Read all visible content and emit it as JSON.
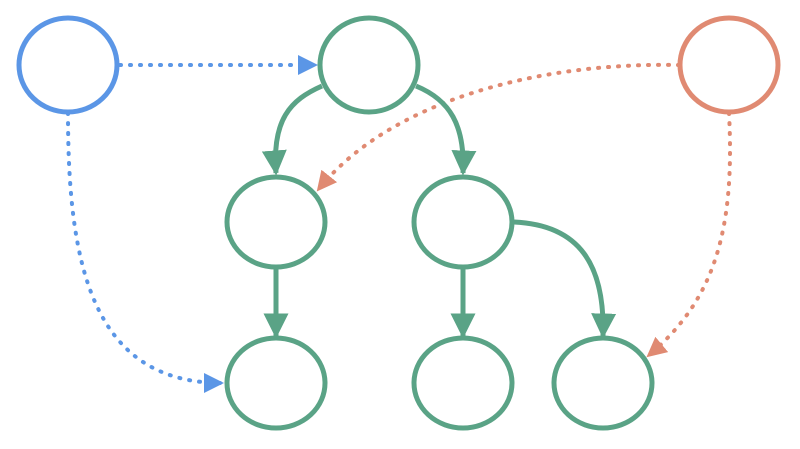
{
  "colors": {
    "blue": "#5b96e6",
    "green": "#5aa386",
    "orange": "#e08a72",
    "background": "#ffffff"
  },
  "nodes": [
    {
      "id": "blue-node",
      "group": "blue"
    },
    {
      "id": "green-root",
      "group": "green"
    },
    {
      "id": "orange-node",
      "group": "orange"
    },
    {
      "id": "green-mid-left",
      "group": "green"
    },
    {
      "id": "green-mid-right",
      "group": "green"
    },
    {
      "id": "green-bottom-left",
      "group": "green"
    },
    {
      "id": "green-bottom-middle",
      "group": "green"
    },
    {
      "id": "green-bottom-right",
      "group": "green"
    }
  ],
  "edges": [
    {
      "from": "blue-node",
      "to": "green-root",
      "style": "dotted",
      "color": "blue"
    },
    {
      "from": "blue-node",
      "to": "green-bottom-left",
      "style": "dotted",
      "color": "blue"
    },
    {
      "from": "orange-node",
      "to": "green-mid-left",
      "style": "dotted",
      "color": "orange"
    },
    {
      "from": "orange-node",
      "to": "green-bottom-right",
      "style": "dotted",
      "color": "orange"
    },
    {
      "from": "green-root",
      "to": "green-mid-left",
      "style": "solid",
      "color": "green"
    },
    {
      "from": "green-root",
      "to": "green-mid-right",
      "style": "solid",
      "color": "green"
    },
    {
      "from": "green-mid-left",
      "to": "green-bottom-left",
      "style": "solid",
      "color": "green"
    },
    {
      "from": "green-mid-right",
      "to": "green-bottom-middle",
      "style": "solid",
      "color": "green"
    },
    {
      "from": "green-mid-right",
      "to": "green-bottom-right",
      "style": "solid",
      "color": "green"
    }
  ]
}
